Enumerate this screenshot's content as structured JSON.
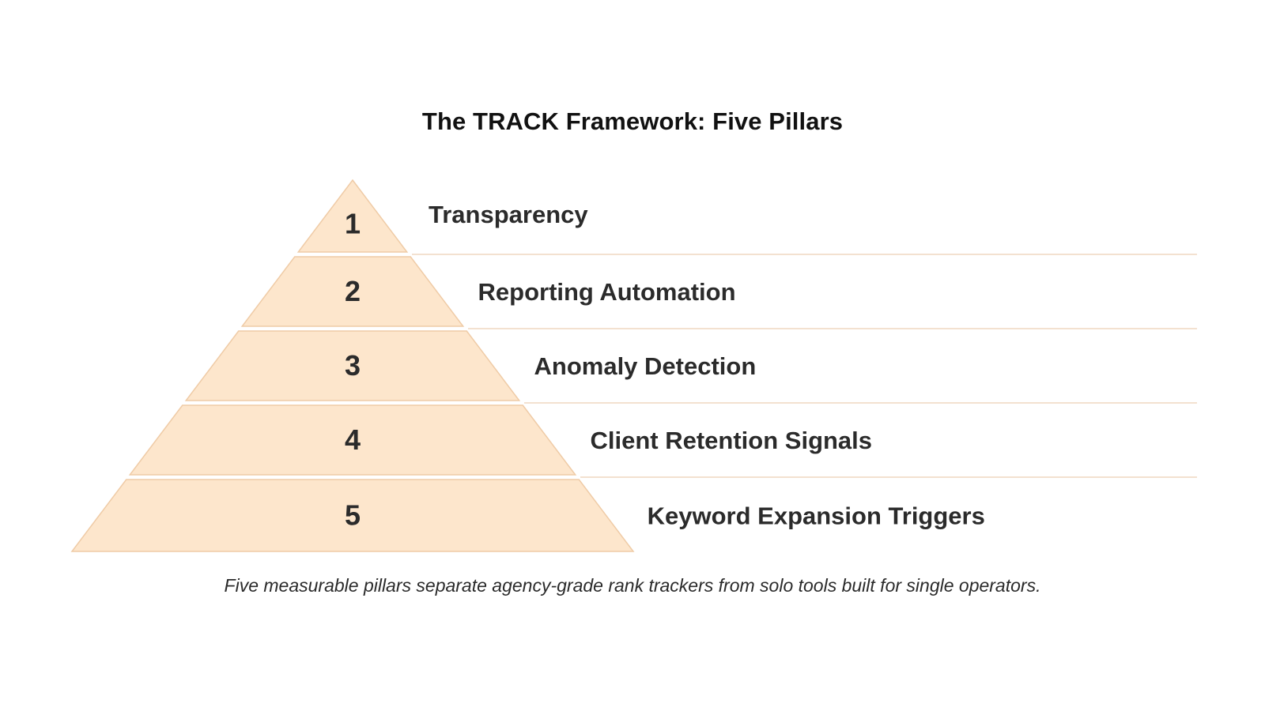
{
  "title": "The TRACK Framework: Five Pillars",
  "caption": "Five measurable pillars separate agency-grade rank trackers from solo tools built for single operators.",
  "colors": {
    "tier_fill": "#fde6cc",
    "tier_stroke": "#efcba6",
    "divider": "#efd7c0",
    "text": "#2b2b2b"
  },
  "tiers": [
    {
      "number": "1",
      "label": "Transparency"
    },
    {
      "number": "2",
      "label": "Reporting Automation"
    },
    {
      "number": "3",
      "label": "Anomaly Detection"
    },
    {
      "number": "4",
      "label": "Client Retention Signals"
    },
    {
      "number": "5",
      "label": "Keyword Expansion Triggers"
    }
  ]
}
